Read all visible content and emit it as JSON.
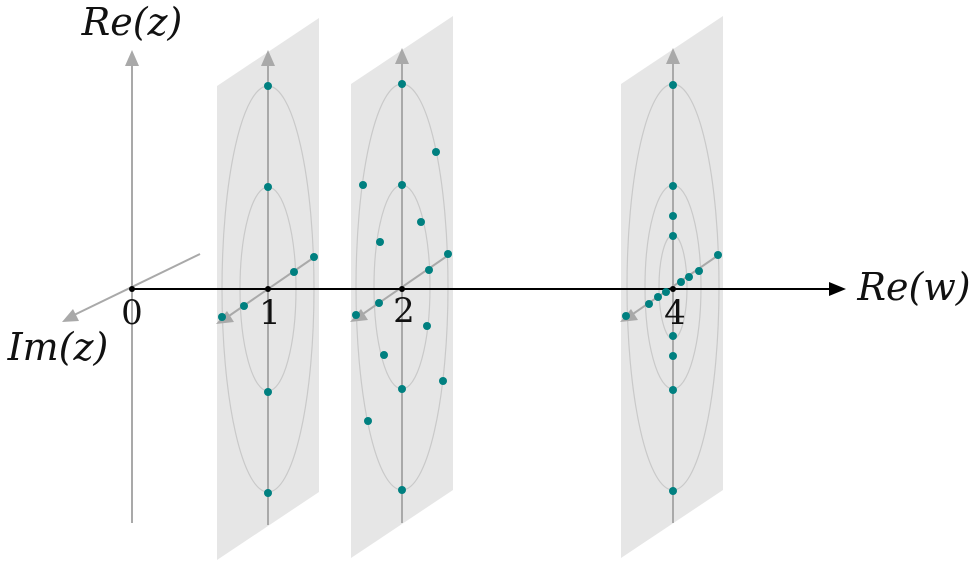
{
  "labels": {
    "re_z": "Re(z)",
    "im_z": "Im(z)",
    "re_w": "Re(w)"
  },
  "ticks": [
    "0",
    "1",
    "2",
    "4"
  ],
  "colors": {
    "plane": "#e6e6e6",
    "axis_gray": "#a9a9a9",
    "contour": "#c9c9c9",
    "main_axis": "#000000",
    "point": "#008080"
  },
  "planes": [
    {
      "re_w": "1"
    },
    {
      "re_w": "2"
    },
    {
      "re_w": "4"
    }
  ]
}
